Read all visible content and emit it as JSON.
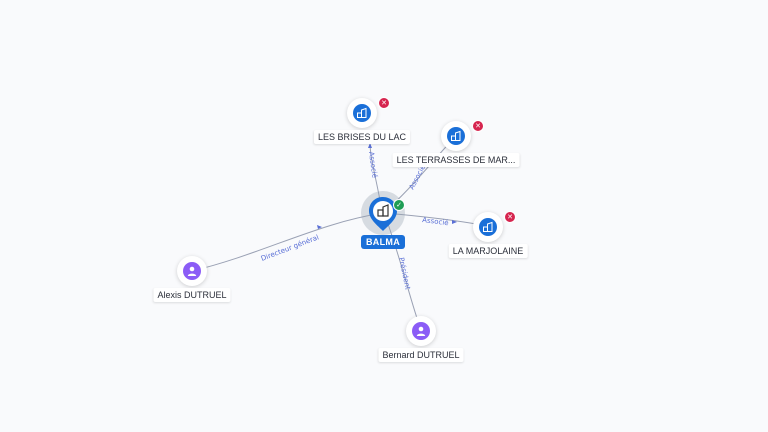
{
  "center": {
    "label": "BALMA",
    "status": "active",
    "icon": "company-icon",
    "badge_icon": "check-icon"
  },
  "nodes": [
    {
      "id": "brises",
      "label": "LES BRISES DU LAC",
      "type": "company",
      "status": "closed",
      "badge_icon": "close-icon"
    },
    {
      "id": "terrasses",
      "label": "LES TERRASSES DE MAR...",
      "type": "company",
      "status": "closed",
      "badge_icon": "close-icon"
    },
    {
      "id": "marjolaine",
      "label": "LA MARJOLAINE",
      "type": "company",
      "status": "closed",
      "badge_icon": "close-icon"
    },
    {
      "id": "alexis",
      "label": "Alexis DUTRUEL",
      "type": "person",
      "icon": "person-icon"
    },
    {
      "id": "bernard",
      "label": "Bernard DUTRUEL",
      "type": "person",
      "icon": "person-icon"
    }
  ],
  "edges": [
    {
      "from": "center",
      "to": "brises",
      "label": "Associé"
    },
    {
      "from": "center",
      "to": "terrasses",
      "label": "Associé"
    },
    {
      "from": "center",
      "to": "marjolaine",
      "label": "Associé"
    },
    {
      "from": "alexis",
      "to": "center",
      "label": "Directeur général"
    },
    {
      "from": "bernard",
      "to": "center",
      "label": "Président"
    }
  ],
  "colors": {
    "company": "#1a6fd8",
    "person": "#8b5cf6",
    "closed": "#d6254f",
    "active": "#1f9d55",
    "edge_label": "#5a6fd6"
  }
}
